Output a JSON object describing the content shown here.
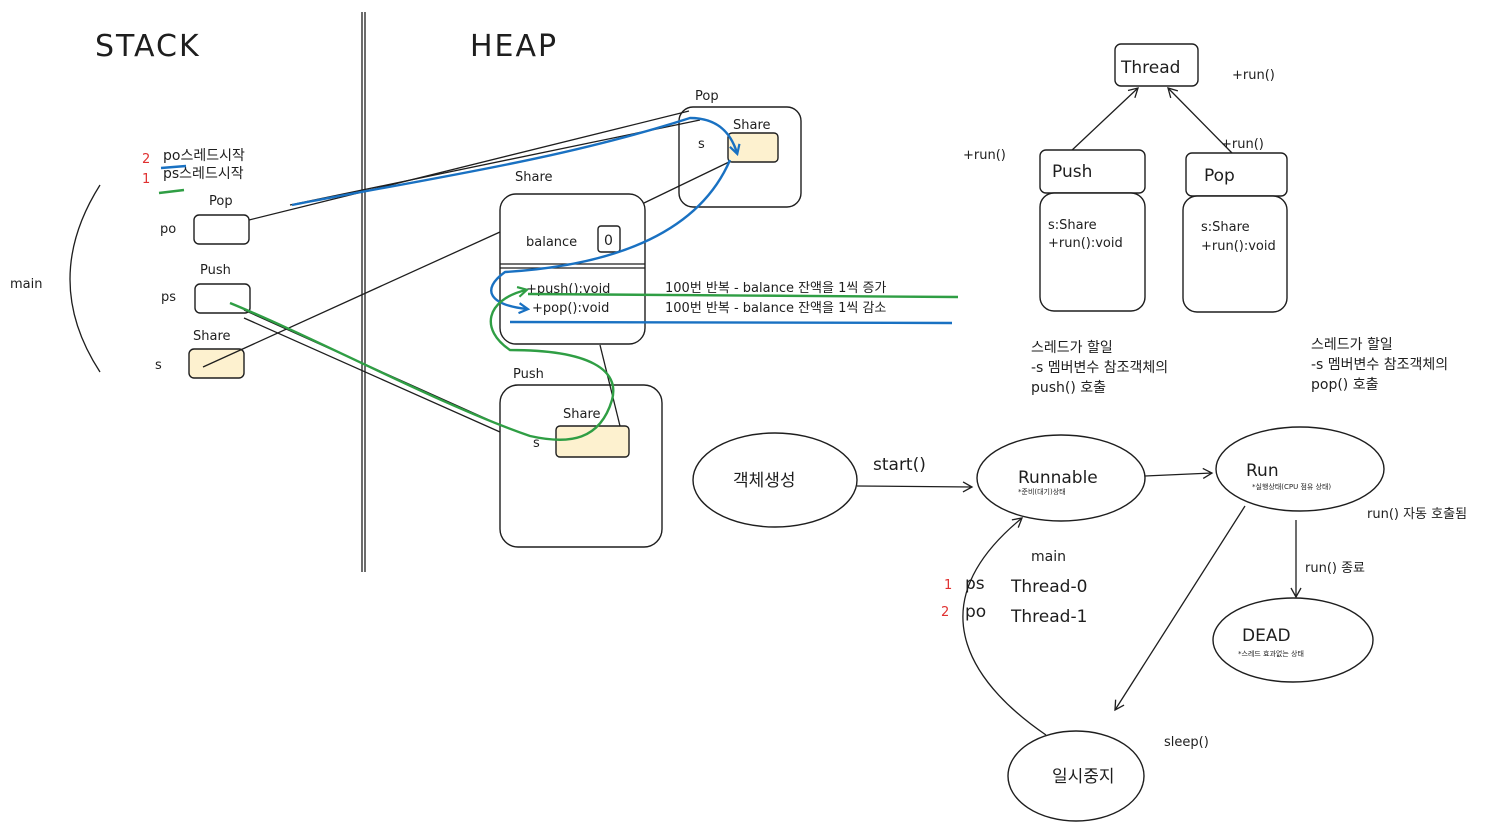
{
  "sections": {
    "stack": "STACK",
    "heap": "HEAP"
  },
  "stack": {
    "main": "main",
    "notes": [
      {
        "num": "2",
        "text": "po스레드시작"
      },
      {
        "num": "1",
        "text": "ps스레드시작"
      }
    ],
    "vars": [
      {
        "name": "po",
        "type": "Pop"
      },
      {
        "name": "ps",
        "type": "Push"
      },
      {
        "name": "s",
        "type": "Share"
      }
    ]
  },
  "heap": {
    "pop": {
      "title": "Pop",
      "field": "s",
      "ref": "Share"
    },
    "share": {
      "title": "Share",
      "field": "balance",
      "value": "0",
      "methods": [
        "+push():void",
        "+pop():void"
      ]
    },
    "push": {
      "title": "Push",
      "field": "s",
      "ref": "Share"
    },
    "method_notes": [
      "100번 반복 - balance 잔액을 1씩 증가",
      "100번 반복 - balance 잔액을 1씩 감소"
    ]
  },
  "uml": {
    "thread": "Thread",
    "thread_method": "+run()",
    "push": {
      "name": "Push",
      "fields": [
        "s:Share",
        "+run():void"
      ],
      "override": "+run()"
    },
    "pop": {
      "name": "Pop",
      "fields": [
        "s:Share",
        "+run():void"
      ],
      "override": "+run()"
    },
    "push_desc": [
      "스레드가 할일",
      "-s 멤버변수 참조객체의",
      "push() 호출"
    ],
    "pop_desc": [
      "스레드가 할일",
      "-s 멤버변수 참조객체의",
      "pop() 호출"
    ]
  },
  "lifecycle": {
    "create": "객체생성",
    "start": "start()",
    "runnable": "Runnable",
    "runnable_sub": "*준비(대기)상태",
    "run": "Run",
    "run_sub": "*실행상태(CPU 점유 상태)",
    "run_auto": "run() 자동 호출됨",
    "run_end": "run() 종료",
    "dead": "DEAD",
    "dead_sub": "*스레드 효과없는 상태",
    "sleep": "sleep()",
    "pause": "일시중지",
    "main": "main",
    "threads": [
      {
        "num": "1",
        "var": "ps",
        "name": "Thread-0"
      },
      {
        "num": "2",
        "var": "po",
        "name": "Thread-1"
      }
    ]
  }
}
